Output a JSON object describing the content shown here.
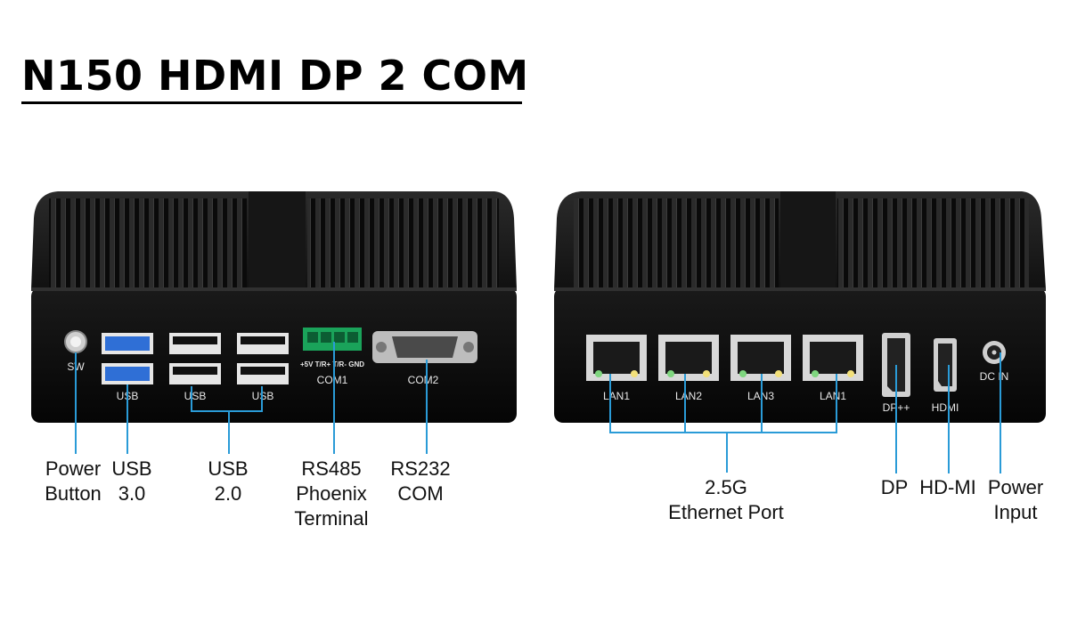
{
  "title": "N150 HDMI DP 2 COM",
  "front_panel": {
    "sw": "SW",
    "usb1": "USB",
    "usb2": "USB",
    "usb3": "USB",
    "com1_pins": "+5V T/R+ T/R- GND",
    "com1": "COM1",
    "com2": "COM2"
  },
  "rear_panel": {
    "lan1": "LAN1",
    "lan2": "LAN2",
    "lan3": "LAN3",
    "lan4": "LAN1",
    "dp": "DP++",
    "hdmi": "HDMI",
    "dcin": "DC IN"
  },
  "callouts": {
    "power_button": [
      "Power",
      "Button"
    ],
    "usb30": [
      "USB",
      "3.0"
    ],
    "usb20": [
      "USB",
      "2.0"
    ],
    "rs485": [
      "RS485",
      "Phoenix",
      "Terminal"
    ],
    "rs232": [
      "RS232",
      "COM"
    ],
    "ethernet": [
      "2.5G",
      "Ethernet Port"
    ],
    "dp": "DP",
    "hdmi": "HD-MI",
    "power_input": [
      "Power",
      "Input"
    ]
  },
  "colors": {
    "leader": "#2a9bd7",
    "chassis": "#0d0d0d",
    "usb3_blue": "#2f6fd6",
    "phoenix_green": "#1aa35a"
  }
}
